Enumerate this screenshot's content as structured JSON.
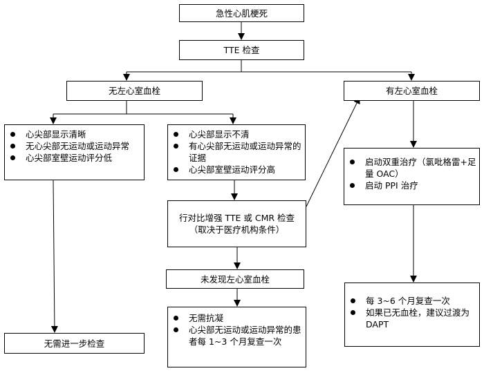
{
  "flowchart": {
    "ami": "急性心肌梗死",
    "tte": "TTE 检查",
    "no_lvt": "无左心室血栓",
    "lvt": "有左心室血栓",
    "apex_clear": [
      "心尖部显示清晰",
      "无心尖部无运动或运动异常",
      "心尖部室壁运动评分低"
    ],
    "apex_unclear": [
      "心尖部显示不清",
      "有心尖部无运动或运动异常的证据",
      "心尖部室壁运动评分高"
    ],
    "contrast_line1": "行对比增强 TTE 或 CMR 检查",
    "contrast_line2": "（取决于医疗机构条件）",
    "no_lvt_found": "未发现左心室血栓",
    "no_further": "无需进一步检查",
    "no_anticoag": [
      "无需抗凝",
      "心尖部无运动或运动异常的患者每 1~3 个月复查一次"
    ],
    "dual_therapy": [
      "启动双重治疗（氯吡格雷+足量 OAC）",
      "启动 PPI 治疗"
    ],
    "recheck": [
      "每 3~6 个月复查一次",
      "如果已无血栓，建议过渡为 DAPT"
    ]
  }
}
